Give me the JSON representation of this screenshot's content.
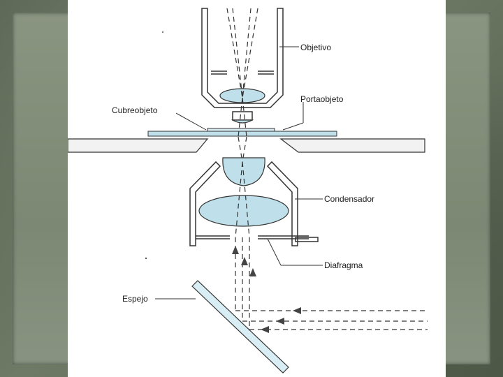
{
  "diagram": {
    "labels": {
      "objetivo": "Objetivo",
      "portaobjeto": "Portaobjeto",
      "cubreobjeto": "Cubreobjeto",
      "condensador": "Condensador",
      "diafragma": "Diafragma",
      "espejo": "Espejo"
    },
    "colors": {
      "lens_fill": "#bfe0ea",
      "line": "#333333",
      "background_outer": "#5f6a58",
      "background_inner": "#86917d"
    }
  }
}
